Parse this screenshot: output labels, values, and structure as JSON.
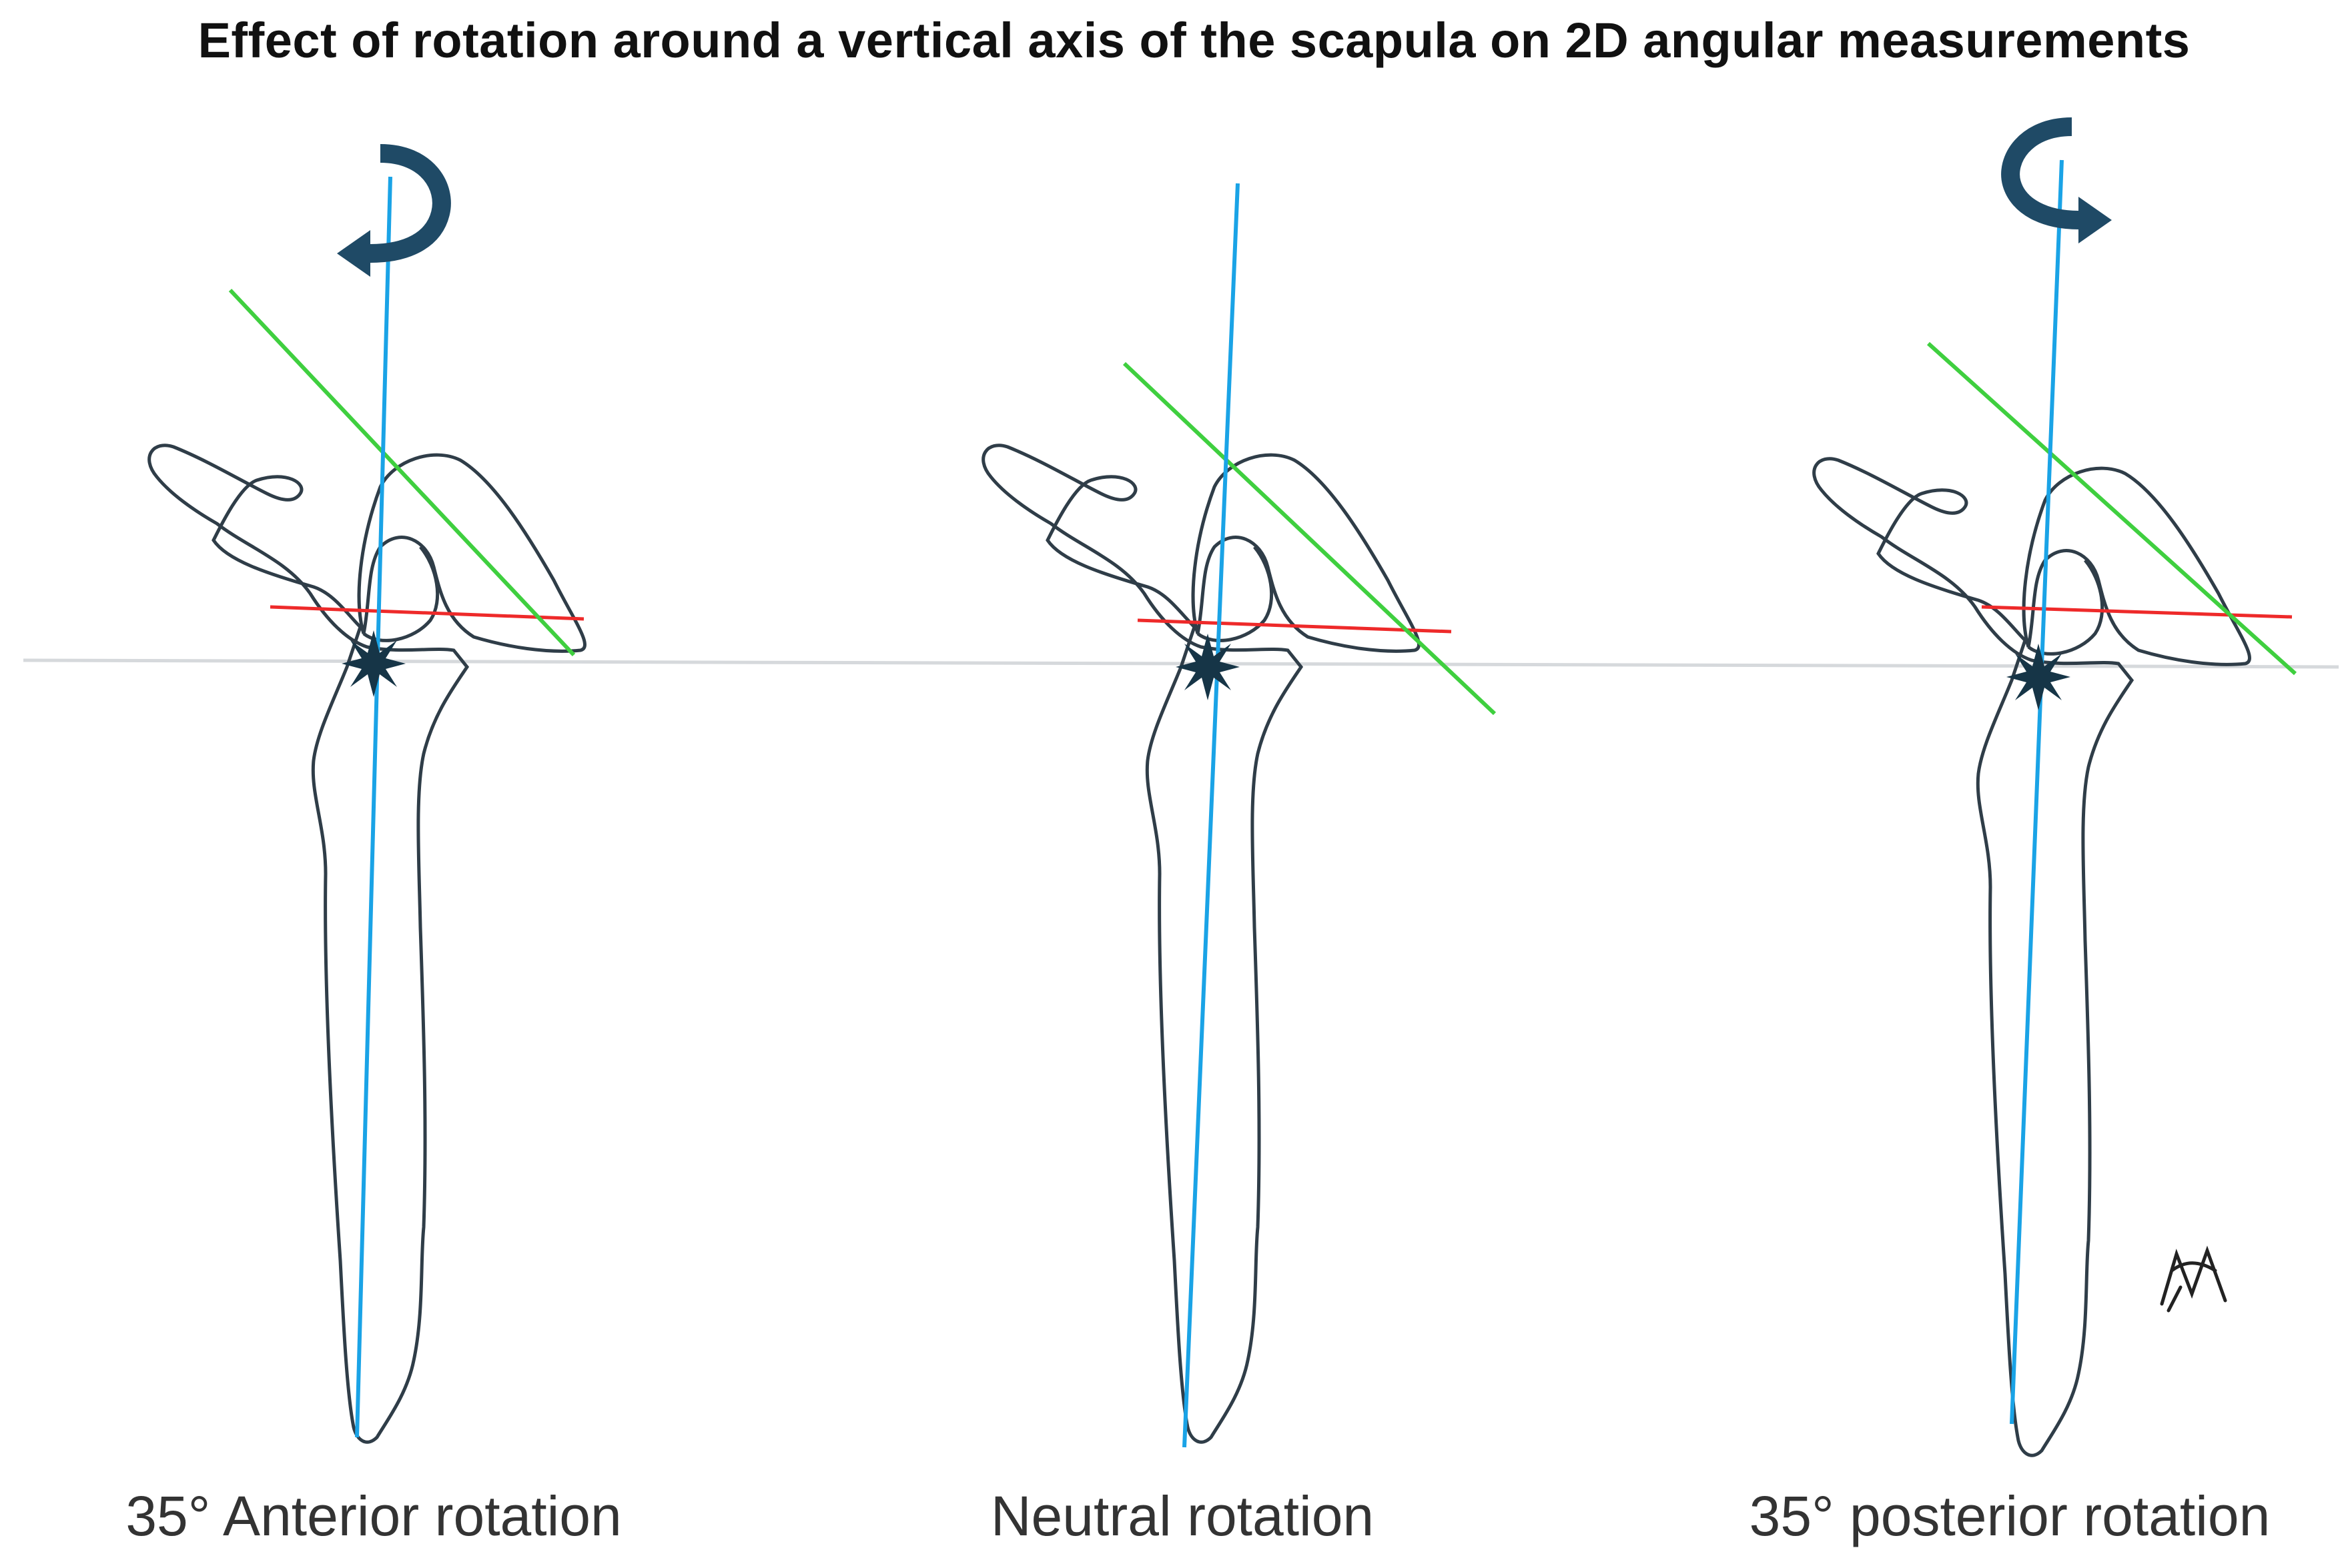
{
  "title": "Effect of rotation around a vertical axis of the scapula on 2D angular measurements",
  "panels": [
    {
      "caption": "35° Anterior rotation",
      "rotation_arrow": "counterclockwise-arrow-icon"
    },
    {
      "caption": "Neutral rotation",
      "rotation_arrow": null
    },
    {
      "caption": "35° posterior rotation",
      "rotation_arrow": "clockwise-arrow-icon"
    }
  ],
  "colors": {
    "outline": "#2f3d48",
    "vertical_axis": "#1aa3e6",
    "glenoid_line": "#ee2a2a",
    "oblique_line": "#3fcf3f",
    "reference_line": "#d6d9dc",
    "marker": "#163547",
    "arrow": "#1f4a66"
  },
  "icons": [
    "star-marker-icon",
    "rotation-arrow-icon",
    "signature-mark"
  ]
}
